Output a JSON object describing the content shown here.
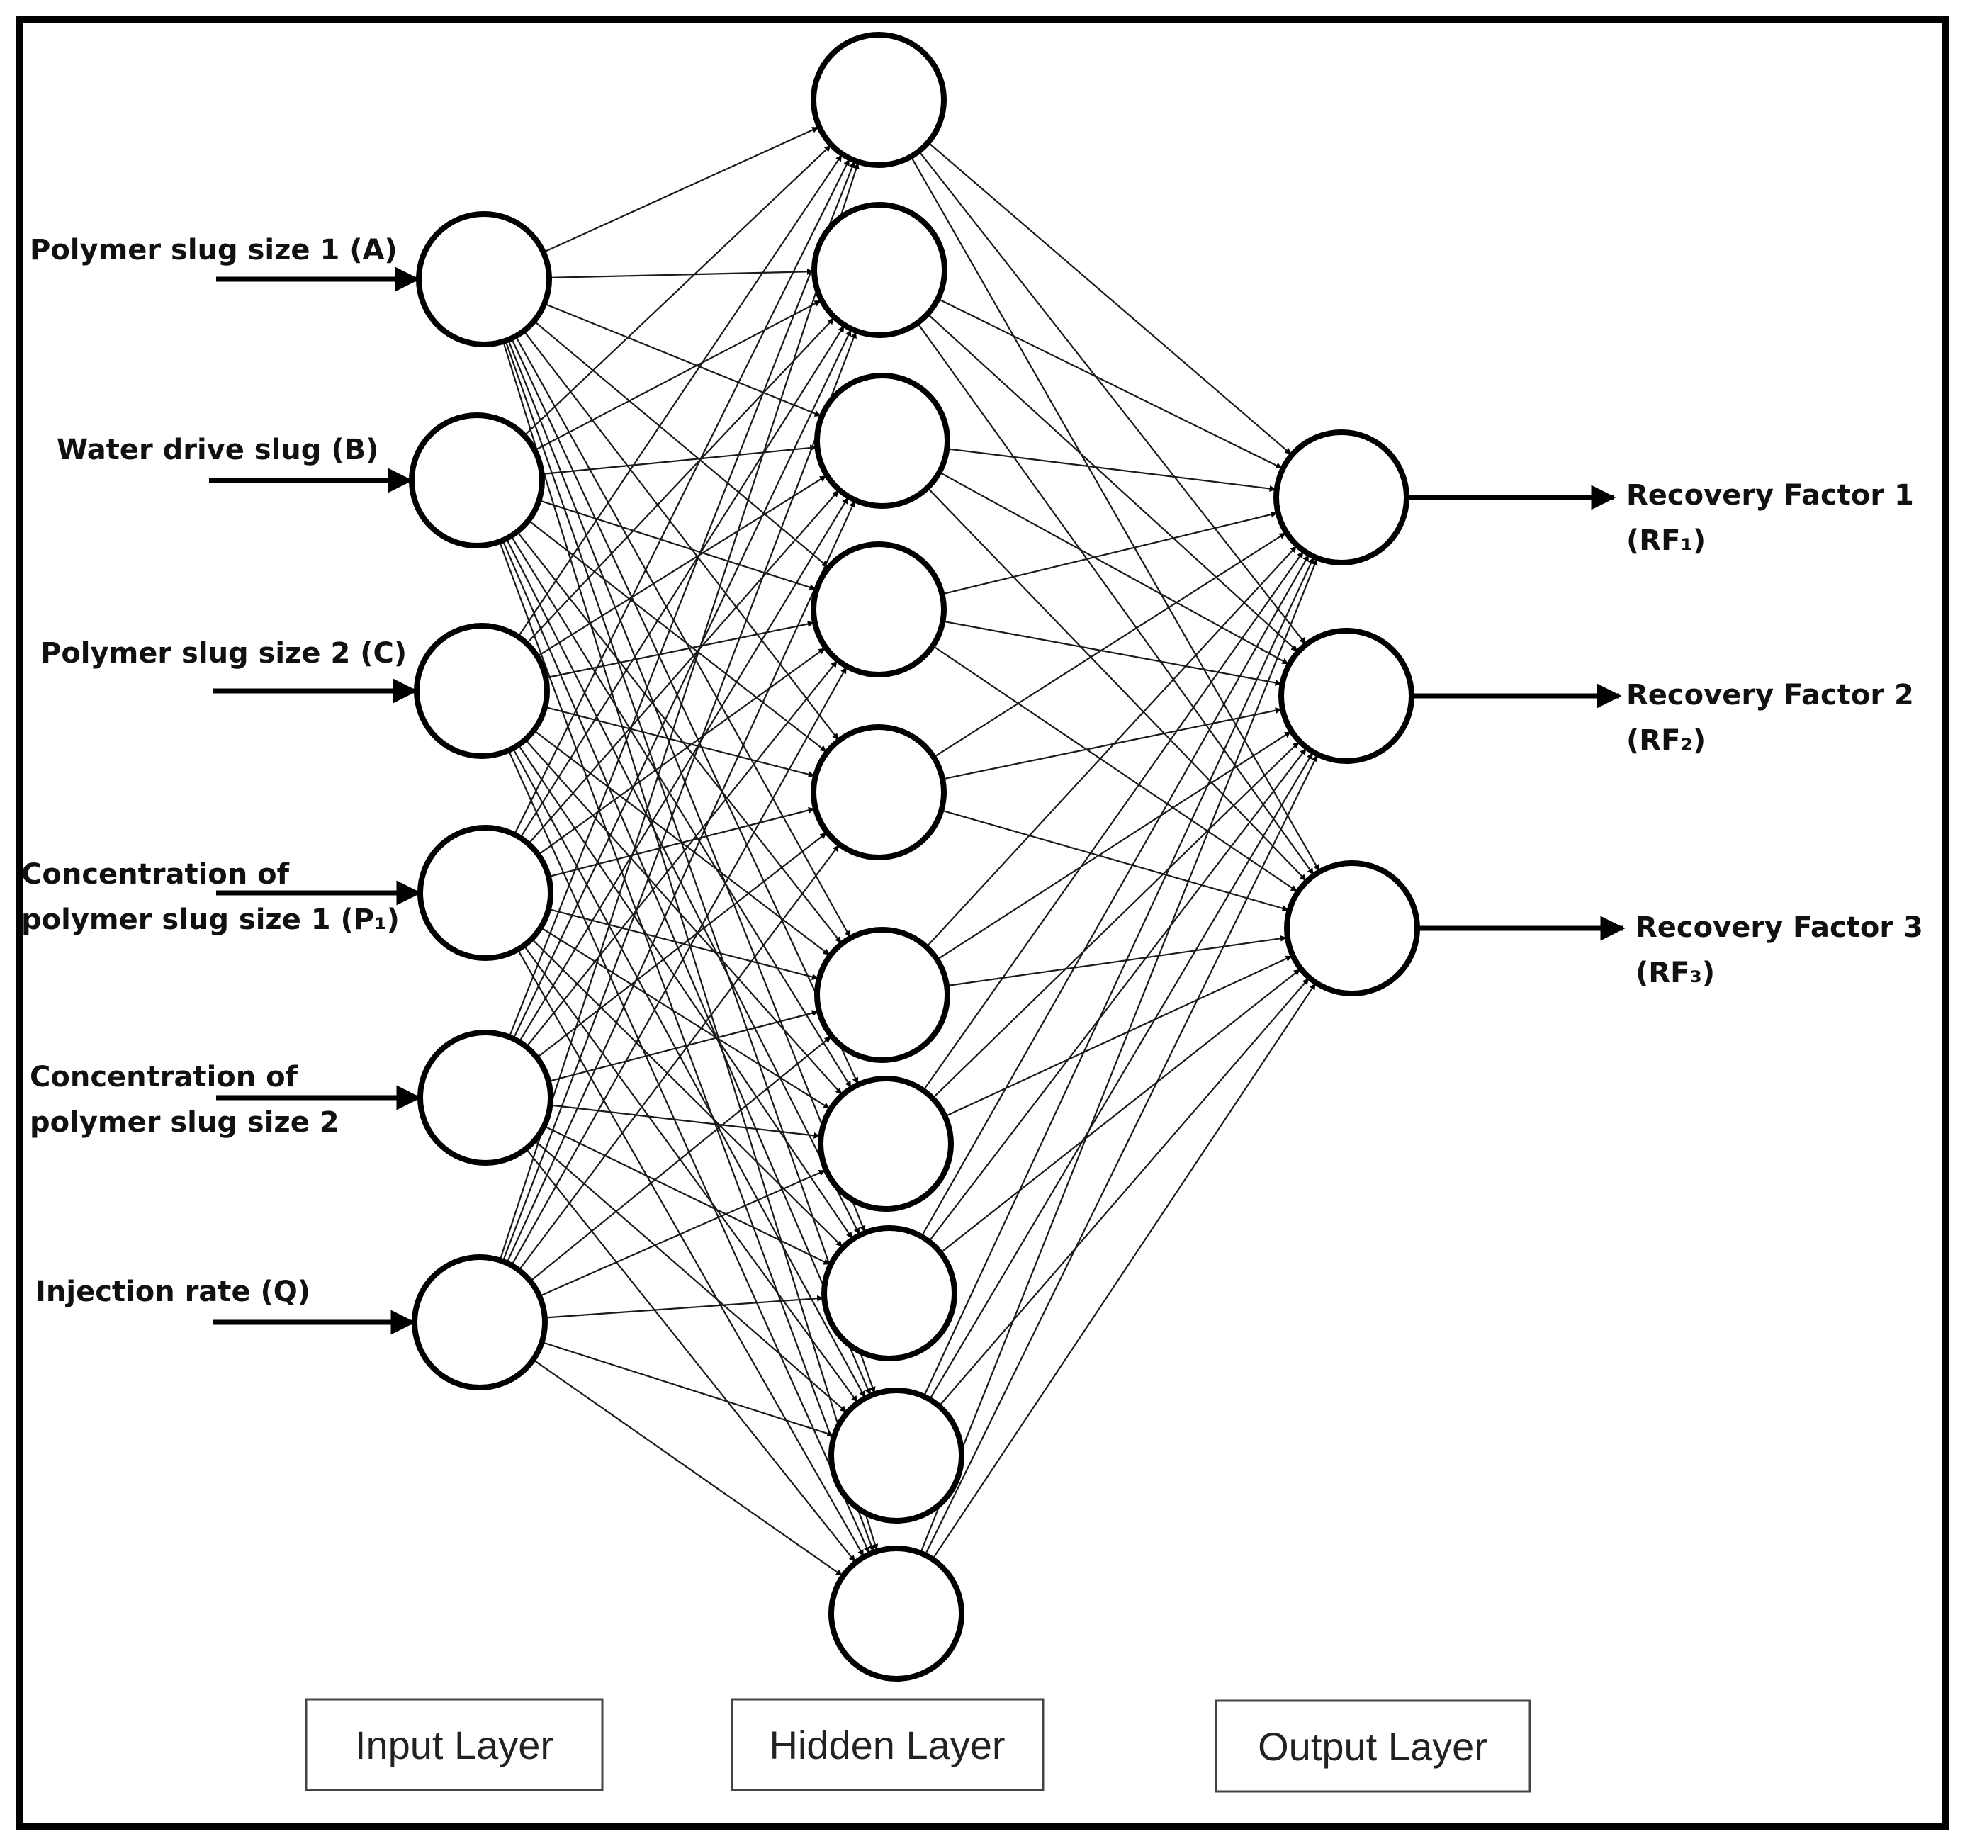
{
  "inputs": [
    {
      "label_lines": [
        "Polymer slug size 1 (A)"
      ]
    },
    {
      "label_lines": [
        "Water drive slug (B)"
      ]
    },
    {
      "label_lines": [
        "Polymer slug size 2 (C)"
      ]
    },
    {
      "label_lines": [
        "Concentration of",
        "polymer slug size 1 (P₁)"
      ]
    },
    {
      "label_lines": [
        "Concentration of",
        "polymer slug size 2"
      ]
    },
    {
      "label_lines": [
        "Injection rate (Q)"
      ]
    }
  ],
  "hidden_node_count": 10,
  "outputs": [
    {
      "label_lines": [
        "Recovery Factor 1",
        "(RF₁)"
      ]
    },
    {
      "label_lines": [
        "Recovery Factor 2",
        "(RF₂)"
      ]
    },
    {
      "label_lines": [
        "Recovery Factor 3",
        "(RF₃)"
      ]
    }
  ],
  "layer_labels": {
    "input": "Input Layer",
    "hidden": "Hidden Layer",
    "output": "Output Layer"
  },
  "colors": {
    "stroke": "#000000",
    "background": "#ffffff"
  }
}
